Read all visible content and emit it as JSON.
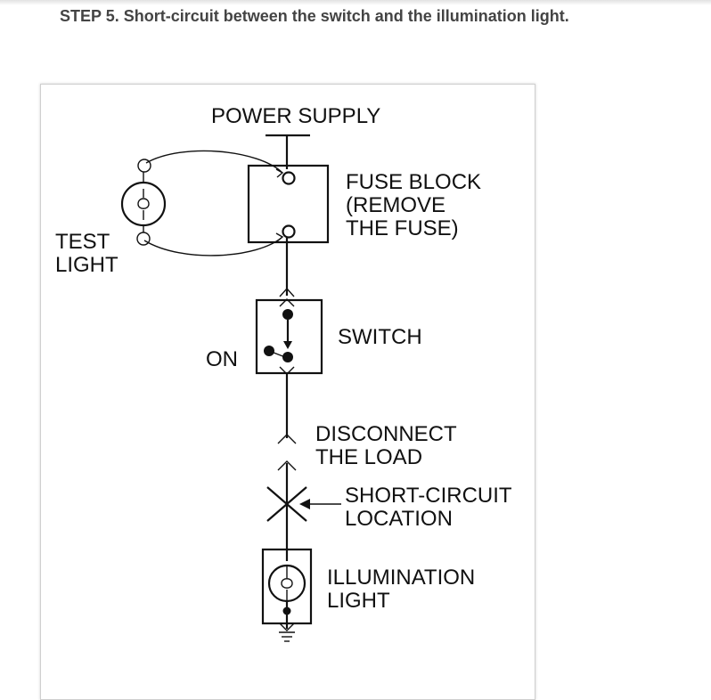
{
  "header": {
    "step_title": "STEP 5. Short-circuit between the switch and the illumination light."
  },
  "diagram": {
    "power_supply": "POWER SUPPLY",
    "fuse_block_line1": "FUSE BLOCK",
    "fuse_block_line2": "(REMOVE",
    "fuse_block_line3": "THE FUSE)",
    "test_light_line1": "TEST",
    "test_light_line2": "LIGHT",
    "switch": "SWITCH",
    "on": "ON",
    "disconnect_line1": "DISCONNECT",
    "disconnect_line2": "THE LOAD",
    "short_circuit_line1": "SHORT-CIRCUIT",
    "short_circuit_line2": "LOCATION",
    "illumination_line1": "ILLUMINATION",
    "illumination_line2": "LIGHT"
  },
  "colors": {
    "title_text": "#444444",
    "line": "#111111"
  }
}
